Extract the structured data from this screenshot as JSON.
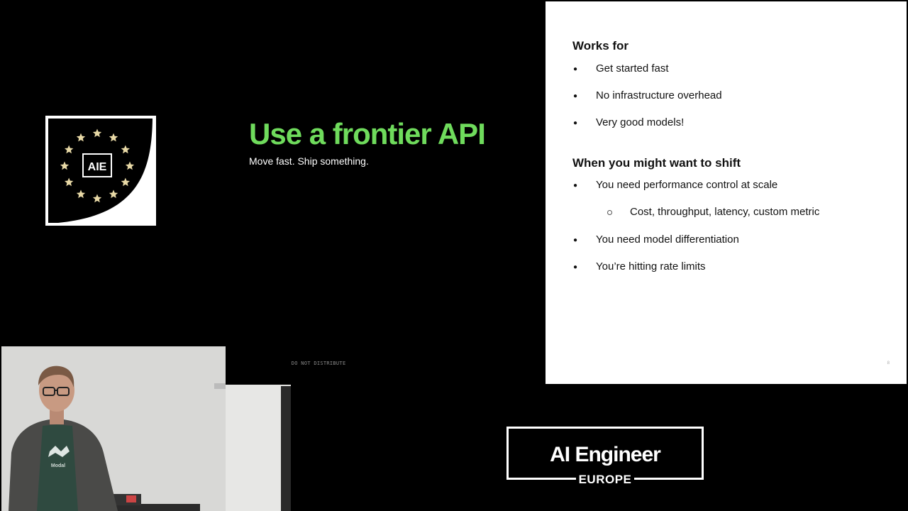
{
  "logo": {
    "text": "AIE",
    "star_color": "#e8d9a6"
  },
  "slide": {
    "title": "Use a frontier API",
    "subtitle": "Move fast. Ship something.",
    "title_color": "#6fdb5c",
    "confidential": "CONFIDENTIAL - DO NOT DISTRIBUTE"
  },
  "panel": {
    "works_heading": "Works for",
    "works_items": [
      "Get started fast",
      "No infrastructure overhead",
      "Very good models!"
    ],
    "shift_heading": "When you might want to shift",
    "shift_items": [
      "You need performance control at scale",
      "Cost, throughput, latency, custom metric",
      "You need model differentiation",
      "You’re hitting rate limits"
    ],
    "page_number": "8"
  },
  "speaker_video": {
    "shirt_text": "Modal"
  },
  "event": {
    "title": "AI Engineer",
    "subtitle": "EUROPE"
  }
}
